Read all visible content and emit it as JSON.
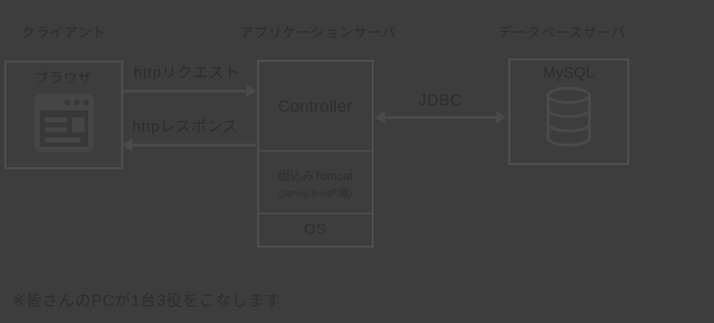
{
  "colors": {
    "background": "#3d3d3d",
    "box_border": "#4e4e4e",
    "arrow": "#4a4a4a",
    "text": "#2d2d2d",
    "icon_fill": "#454545",
    "icon_inner": "#383838"
  },
  "tiers": {
    "client_label": "クライアント",
    "app_server_label": "アプリケーションサーバ",
    "db_server_label": "データベースサーバ"
  },
  "client_box": {
    "title": "ブラウザ",
    "icon": "browser-window-icon"
  },
  "app_server_box": {
    "sections": [
      {
        "label": "Controller"
      },
      {
        "label": "組込みTomcat",
        "sublabel": "(Spring Boot内蔵)"
      },
      {
        "label": "OS"
      }
    ]
  },
  "db_box": {
    "title": "MySQL",
    "icon": "database-cylinder-icon"
  },
  "arrows": [
    {
      "name": "http-request",
      "label": "httpリクエスト",
      "direction": "right"
    },
    {
      "name": "http-response",
      "label": "httpレスポンス",
      "direction": "left"
    },
    {
      "name": "jdbc",
      "label": "JDBC",
      "direction": "both"
    }
  ],
  "footnote": "※皆さんのPCが1台3役をこなします"
}
